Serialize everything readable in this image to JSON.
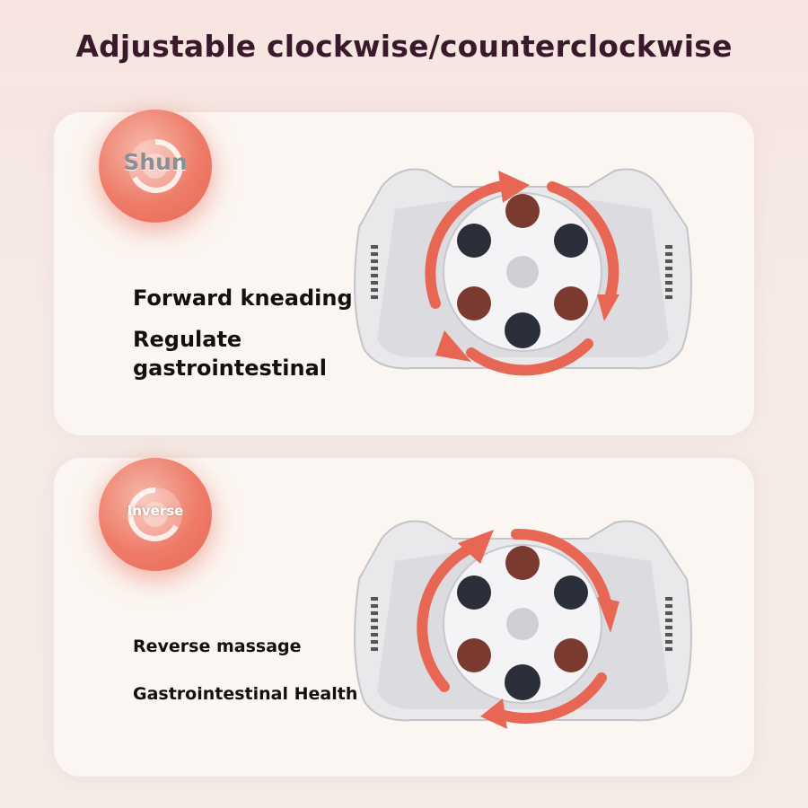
{
  "title": "Adjustable clockwise/counterclockwise",
  "panels": [
    {
      "badge_label": "Shun",
      "badge_icon": "clockwise-swirl-icon",
      "lines": [
        "Forward kneading",
        "Regulate gastrointestinal"
      ]
    },
    {
      "badge_label": "Inverse",
      "badge_icon": "counterclockwise-swirl-icon",
      "lines": [
        "Reverse massage",
        "Gastrointestinal Health"
      ]
    }
  ],
  "colors": {
    "accent": "#e86754",
    "title": "#3a1a2a",
    "panel": "#fbf6f1",
    "device_body": "#e6e6e8",
    "ball_dark": "#2a2f3a",
    "ball_brown": "#7a3a30"
  }
}
